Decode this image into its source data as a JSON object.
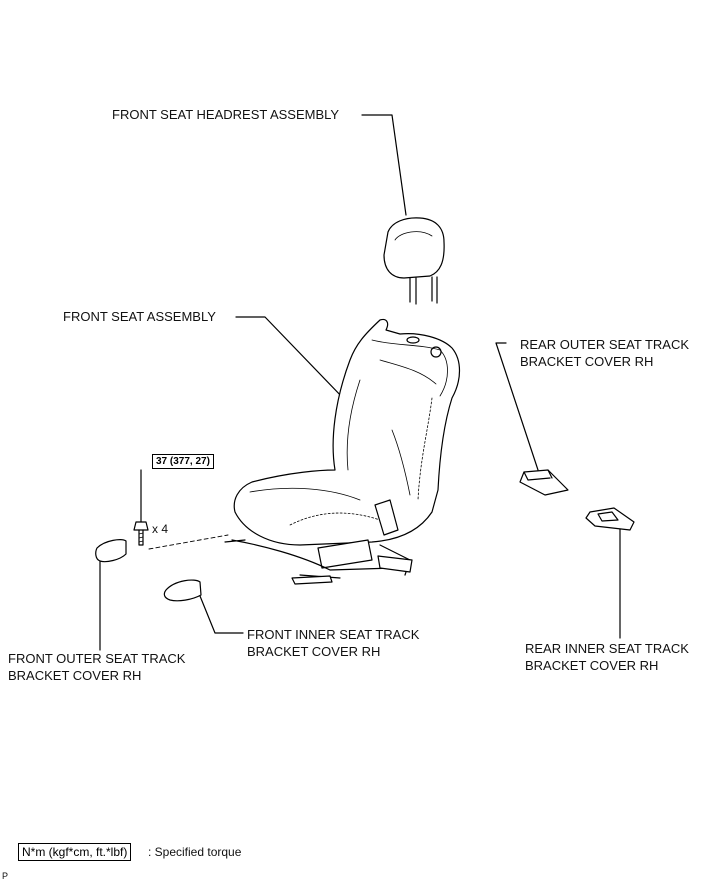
{
  "labels": {
    "headrest": "FRONT SEAT HEADREST ASSEMBLY",
    "seat": "FRONT SEAT ASSEMBLY",
    "rear_outer": "REAR OUTER SEAT TRACK\nBRACKET COVER RH",
    "front_outer": "FRONT OUTER SEAT TRACK\nBRACKET COVER RH",
    "front_inner": "FRONT INNER SEAT TRACK\nBRACKET COVER RH",
    "rear_inner": "REAR INNER SEAT TRACK\nBRACKET COVER RH"
  },
  "torque": "37 (377, 27)",
  "quantity": "x 4",
  "legend": {
    "box": "N*m (kgf*cm, ft.*lbf)",
    "text": ": Specified torque"
  },
  "corner_code": "P"
}
